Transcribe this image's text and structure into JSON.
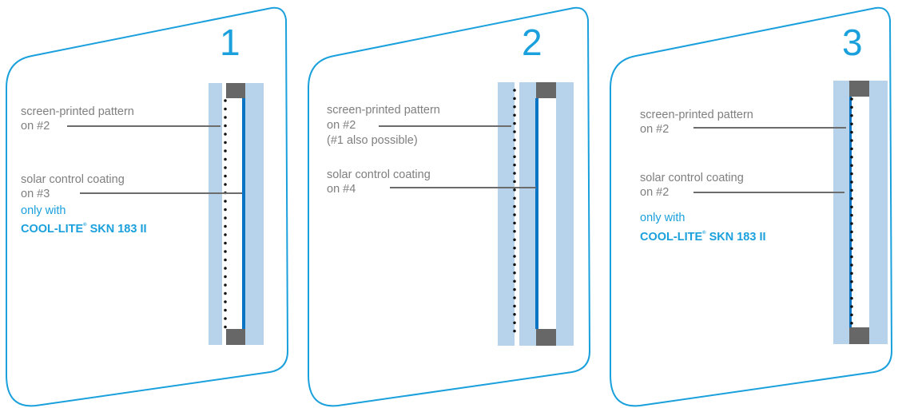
{
  "panels": [
    {
      "number": "1",
      "pattern": {
        "line1": "screen-printed pattern",
        "line2": "on #2"
      },
      "coating": {
        "line1": "solar control coating",
        "line2": "on #3"
      },
      "note": "only with",
      "product": {
        "name": "COOL-LITE",
        "mark": "®",
        "model": "SKN 183 II"
      }
    },
    {
      "number": "2",
      "pattern": {
        "line1": "screen-printed pattern",
        "line2": "on #2",
        "line3": "(#1 also possible)"
      },
      "coating": {
        "line1": "solar control coating",
        "line2": "on #4"
      }
    },
    {
      "number": "3",
      "pattern": {
        "line1": "screen-printed pattern",
        "line2": "on #2"
      },
      "coating": {
        "line1": "solar control coating",
        "line2": "on #2"
      },
      "note": "only with",
      "product": {
        "name": "COOL-LITE",
        "mark": "®",
        "model": "SKN 183 II"
      }
    }
  ],
  "colors": {
    "outline": "#1aa0dc",
    "glass": "#b7d3ec",
    "spacer": "#676767",
    "coating": "#0a74c4",
    "leader": "#6c6c6c",
    "dots": "#111111"
  }
}
